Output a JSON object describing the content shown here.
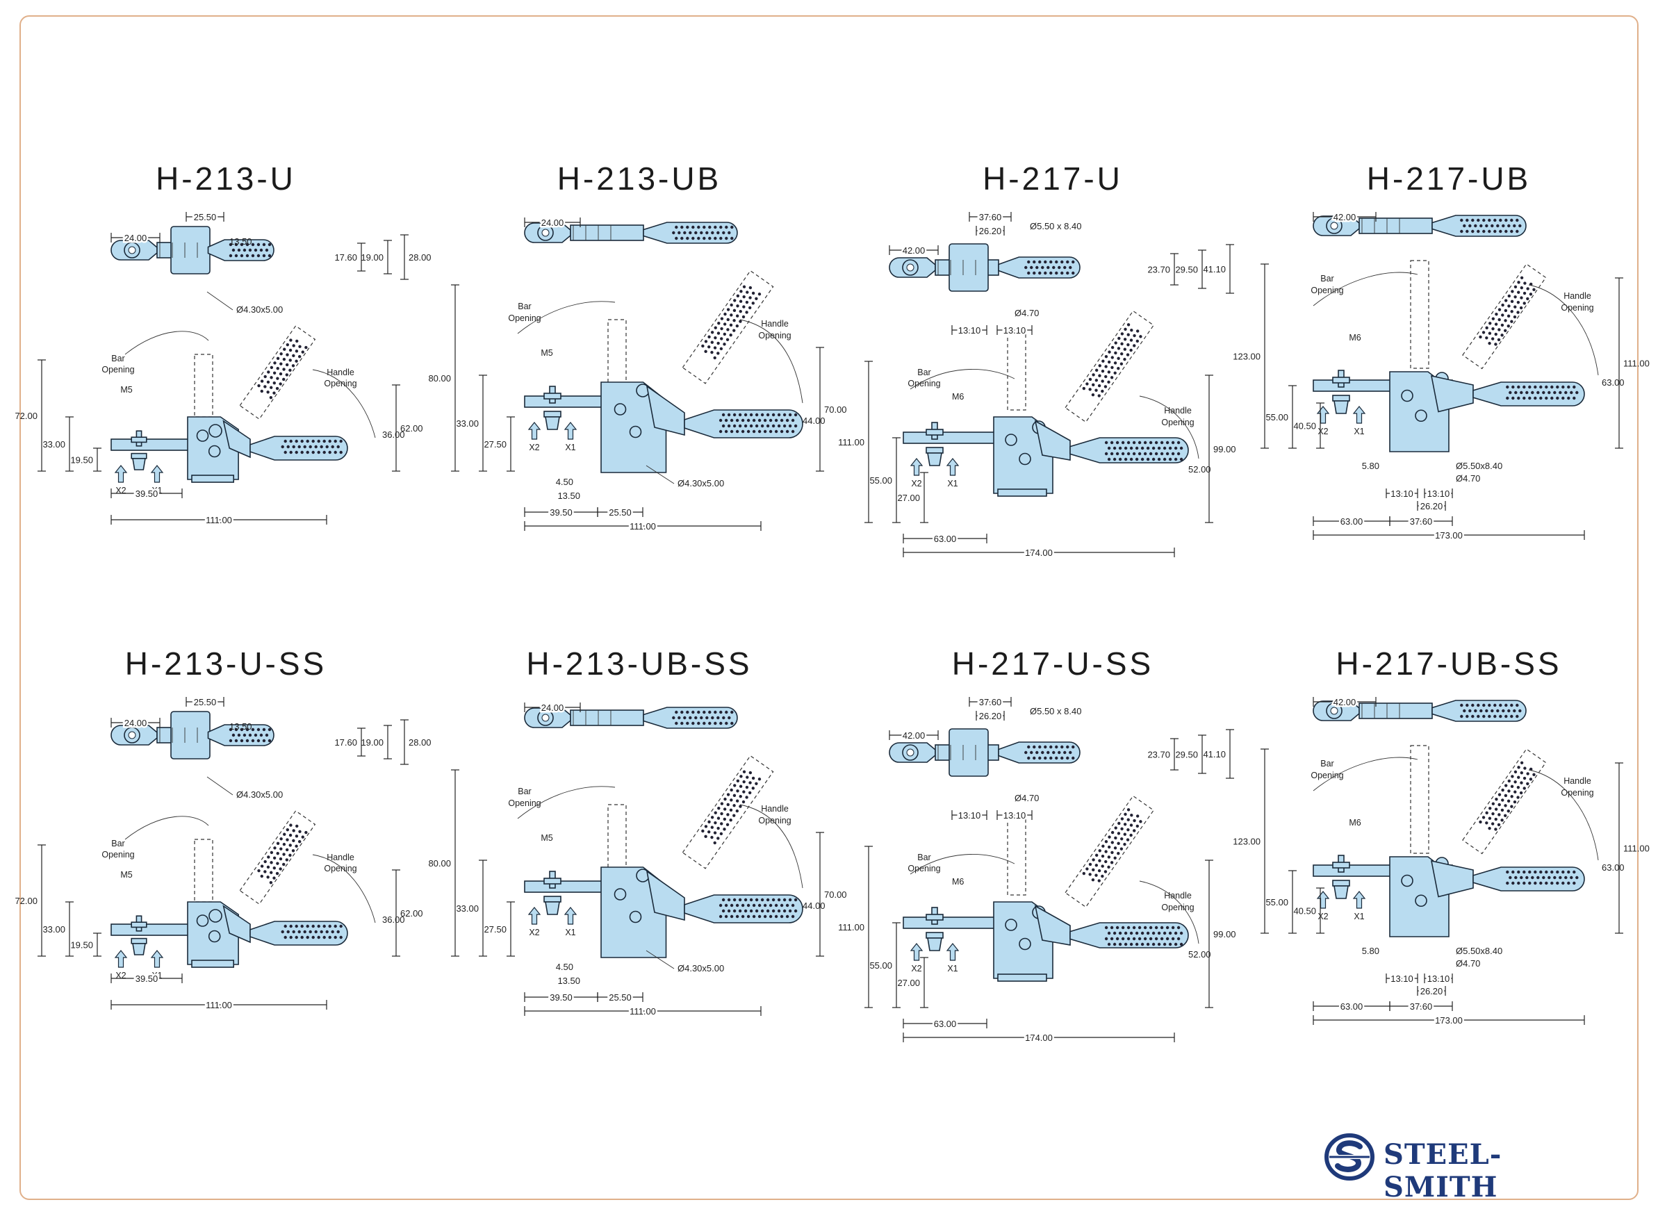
{
  "brand": {
    "name": "STEEL-SMITH",
    "icon": "steel-smith-logo-icon",
    "color": "#1f3a7a"
  },
  "colors": {
    "part_fill": "#b9dcf0",
    "outline": "#1a2a3a",
    "border": "#e0b08a"
  },
  "labels": {
    "bar_opening": [
      "Bar",
      "Opening"
    ],
    "handle_opening": [
      "Handle",
      "Opening"
    ],
    "x1": "X1",
    "x2": "X2"
  },
  "panels": [
    {
      "title": "H-213-U",
      "type": "small",
      "top_dims": [
        "25.50",
        "13.50",
        "24.00",
        "17.60",
        "19.00",
        "28.00",
        "Ø4.30x5.00"
      ],
      "side_dims": {
        "thread": "M5",
        "overall_height": "72.00",
        "bar_height": "33.00",
        "base": "19.50",
        "right_top": "62.00",
        "right_low": "36.00",
        "base_len": "39.50",
        "total_len": "111.00"
      }
    },
    {
      "title": "H-213-UB",
      "type": "medium",
      "top_dims": [
        "24.00"
      ],
      "side_dims": {
        "thread": "M5",
        "overall_height": "80.00",
        "bar_height": "33.00",
        "base": "27.50",
        "right_top": "70.00",
        "right_low": "44.00",
        "small_a": "4.50",
        "small_b": "13.50",
        "base_len": "39.50",
        "mid_len": "25.50",
        "hole": "Ø4.30x5.00",
        "total_len": "111.00"
      }
    },
    {
      "title": "H-217-U",
      "type": "large",
      "top_dims": [
        "37.60",
        "26.20",
        "Ø5.50 x 8.40",
        "42.00",
        "23.70",
        "29.50",
        "41.10",
        "Ø4.70",
        "13.10",
        "13.10"
      ],
      "side_dims": {
        "thread": "M6",
        "overall_height": "111.00",
        "bar_height": "55.00",
        "base": "27.00",
        "right_top": "99.00",
        "right_low": "52.00",
        "base_len": "63.00",
        "total_len": "174.00"
      }
    },
    {
      "title": "H-217-UB",
      "type": "xlarge",
      "top_dims": [
        "42.00"
      ],
      "side_dims": {
        "thread": "M6",
        "overall_height": "123.00",
        "bar_height": "55.00",
        "base": "40.50",
        "right_top": "111.00",
        "right_low": "63.00",
        "small_a": "5.80",
        "hole_a": "Ø5.50x8.40",
        "hole_b": "Ø4.70",
        "c1": "13.10",
        "c2": "26.20",
        "c3": "13.10",
        "base_len": "63.00",
        "mid_len": "37.60",
        "total_len": "173.00"
      }
    },
    {
      "title": "H-213-U-SS",
      "type": "small",
      "top_dims": [
        "25.50",
        "13.50",
        "24.00",
        "17.60",
        "19.00",
        "28.00",
        "Ø4.30x5.00"
      ],
      "side_dims": {
        "thread": "M5",
        "overall_height": "72.00",
        "bar_height": "33.00",
        "base": "19.50",
        "right_top": "62.00",
        "right_low": "36.00",
        "base_len": "39.50",
        "total_len": "111.00"
      }
    },
    {
      "title": "H-213-UB-SS",
      "type": "medium",
      "top_dims": [
        "24.00"
      ],
      "side_dims": {
        "thread": "M5",
        "overall_height": "80.00",
        "bar_height": "33.00",
        "base": "27.50",
        "right_top": "70.00",
        "right_low": "44.00",
        "small_a": "4.50",
        "small_b": "13.50",
        "base_len": "39.50",
        "mid_len": "25.50",
        "hole": "Ø4.30x5.00",
        "total_len": "111.00"
      }
    },
    {
      "title": "H-217-U-SS",
      "type": "large",
      "top_dims": [
        "37.60",
        "26.20",
        "Ø5.50 x 8.40",
        "42.00",
        "23.70",
        "29.50",
        "41.10",
        "Ø4.70",
        "13.10",
        "13.10"
      ],
      "side_dims": {
        "thread": "M6",
        "overall_height": "111.00",
        "bar_height": "55.00",
        "base": "27.00",
        "right_top": "99.00",
        "right_low": "52.00",
        "base_len": "63.00",
        "total_len": "174.00"
      }
    },
    {
      "title": "H-217-UB-SS",
      "type": "xlarge",
      "top_dims": [
        "42.00"
      ],
      "side_dims": {
        "thread": "M6",
        "overall_height": "123.00",
        "bar_height": "55.00",
        "base": "40.50",
        "right_top": "111.00",
        "right_low": "63.00",
        "small_a": "5.80",
        "hole_a": "Ø5.50x8.40",
        "hole_b": "Ø4.70",
        "c1": "13.10",
        "c2": "26.20",
        "c3": "13.10",
        "base_len": "63.00",
        "mid_len": "37.60",
        "total_len": "173.00"
      }
    }
  ]
}
